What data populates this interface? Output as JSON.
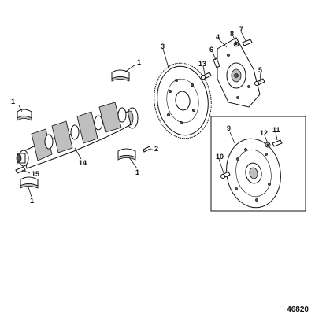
{
  "figure_number": "46820",
  "callouts": [
    {
      "id": "c1a",
      "text": "1"
    },
    {
      "id": "c1b",
      "text": "1"
    },
    {
      "id": "c1c",
      "text": "1"
    },
    {
      "id": "c1d",
      "text": "1"
    },
    {
      "id": "c2",
      "text": "2"
    },
    {
      "id": "c3",
      "text": "3"
    },
    {
      "id": "c4",
      "text": "4"
    },
    {
      "id": "c5",
      "text": "5"
    },
    {
      "id": "c6",
      "text": "6"
    },
    {
      "id": "c7",
      "text": "7"
    },
    {
      "id": "c8",
      "text": "8"
    },
    {
      "id": "c9",
      "text": "9"
    },
    {
      "id": "c10",
      "text": "10"
    },
    {
      "id": "c11",
      "text": "11"
    },
    {
      "id": "c12",
      "text": "12"
    },
    {
      "id": "c13",
      "text": "13"
    },
    {
      "id": "c14",
      "text": "14"
    },
    {
      "id": "c15",
      "text": "15"
    }
  ]
}
